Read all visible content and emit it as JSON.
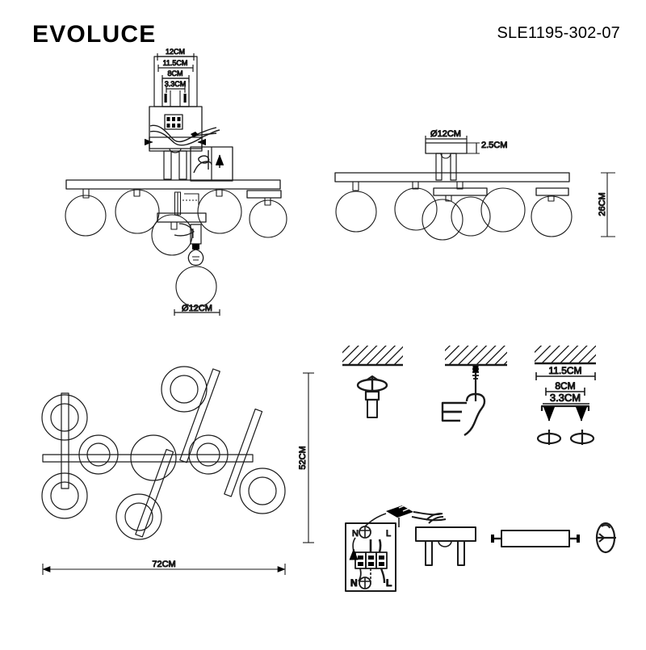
{
  "header": {
    "brand": "EVOLUCE",
    "product_code": "SLE1195-302-07"
  },
  "drawing": {
    "type": "technical-specification-drawing",
    "subject": "ceiling lamp with seven glass globes",
    "views": {
      "front_elevation": {
        "name": "front-elevation-view",
        "globe_count": 7,
        "globe_diameter_label": "Ø12CM"
      },
      "side_elevation": {
        "name": "side-elevation-view",
        "canopy_diameter_label": "Ø12CM",
        "canopy_thickness_label": "2.5CM",
        "overall_height_label": "26CM"
      },
      "plan": {
        "name": "plan-top-view",
        "width_label": "72CM",
        "depth_label": "52CM",
        "globe_count": 7
      },
      "mounting_detail": {
        "name": "mounting-plate-detail",
        "dims": [
          "12CM",
          "11.5CM",
          "8CM",
          "3.3CM"
        ]
      }
    },
    "install_steps": {
      "step_drill": {
        "name": "drill-ceiling-hole-step"
      },
      "step_hammer": {
        "name": "hammer-anchor-step"
      },
      "step_spacing": {
        "name": "anchor-spacing-step",
        "dims": [
          "11.5CM",
          "8CM",
          "3.3CM"
        ]
      },
      "step_wiring": {
        "name": "terminal-block-wiring-step",
        "terminals": {
          "neutral_top": "N",
          "live_top": "L",
          "neutral_bottom": "N",
          "live_bottom": "L"
        }
      }
    },
    "parts": {
      "canopy": "ceiling-canopy-part",
      "bar": "mounting-bar-part",
      "screw": "screw-washer-part"
    },
    "colors": {
      "line": "#1a1a1a",
      "fill": "#ffffff",
      "hatch": "#000000"
    }
  }
}
